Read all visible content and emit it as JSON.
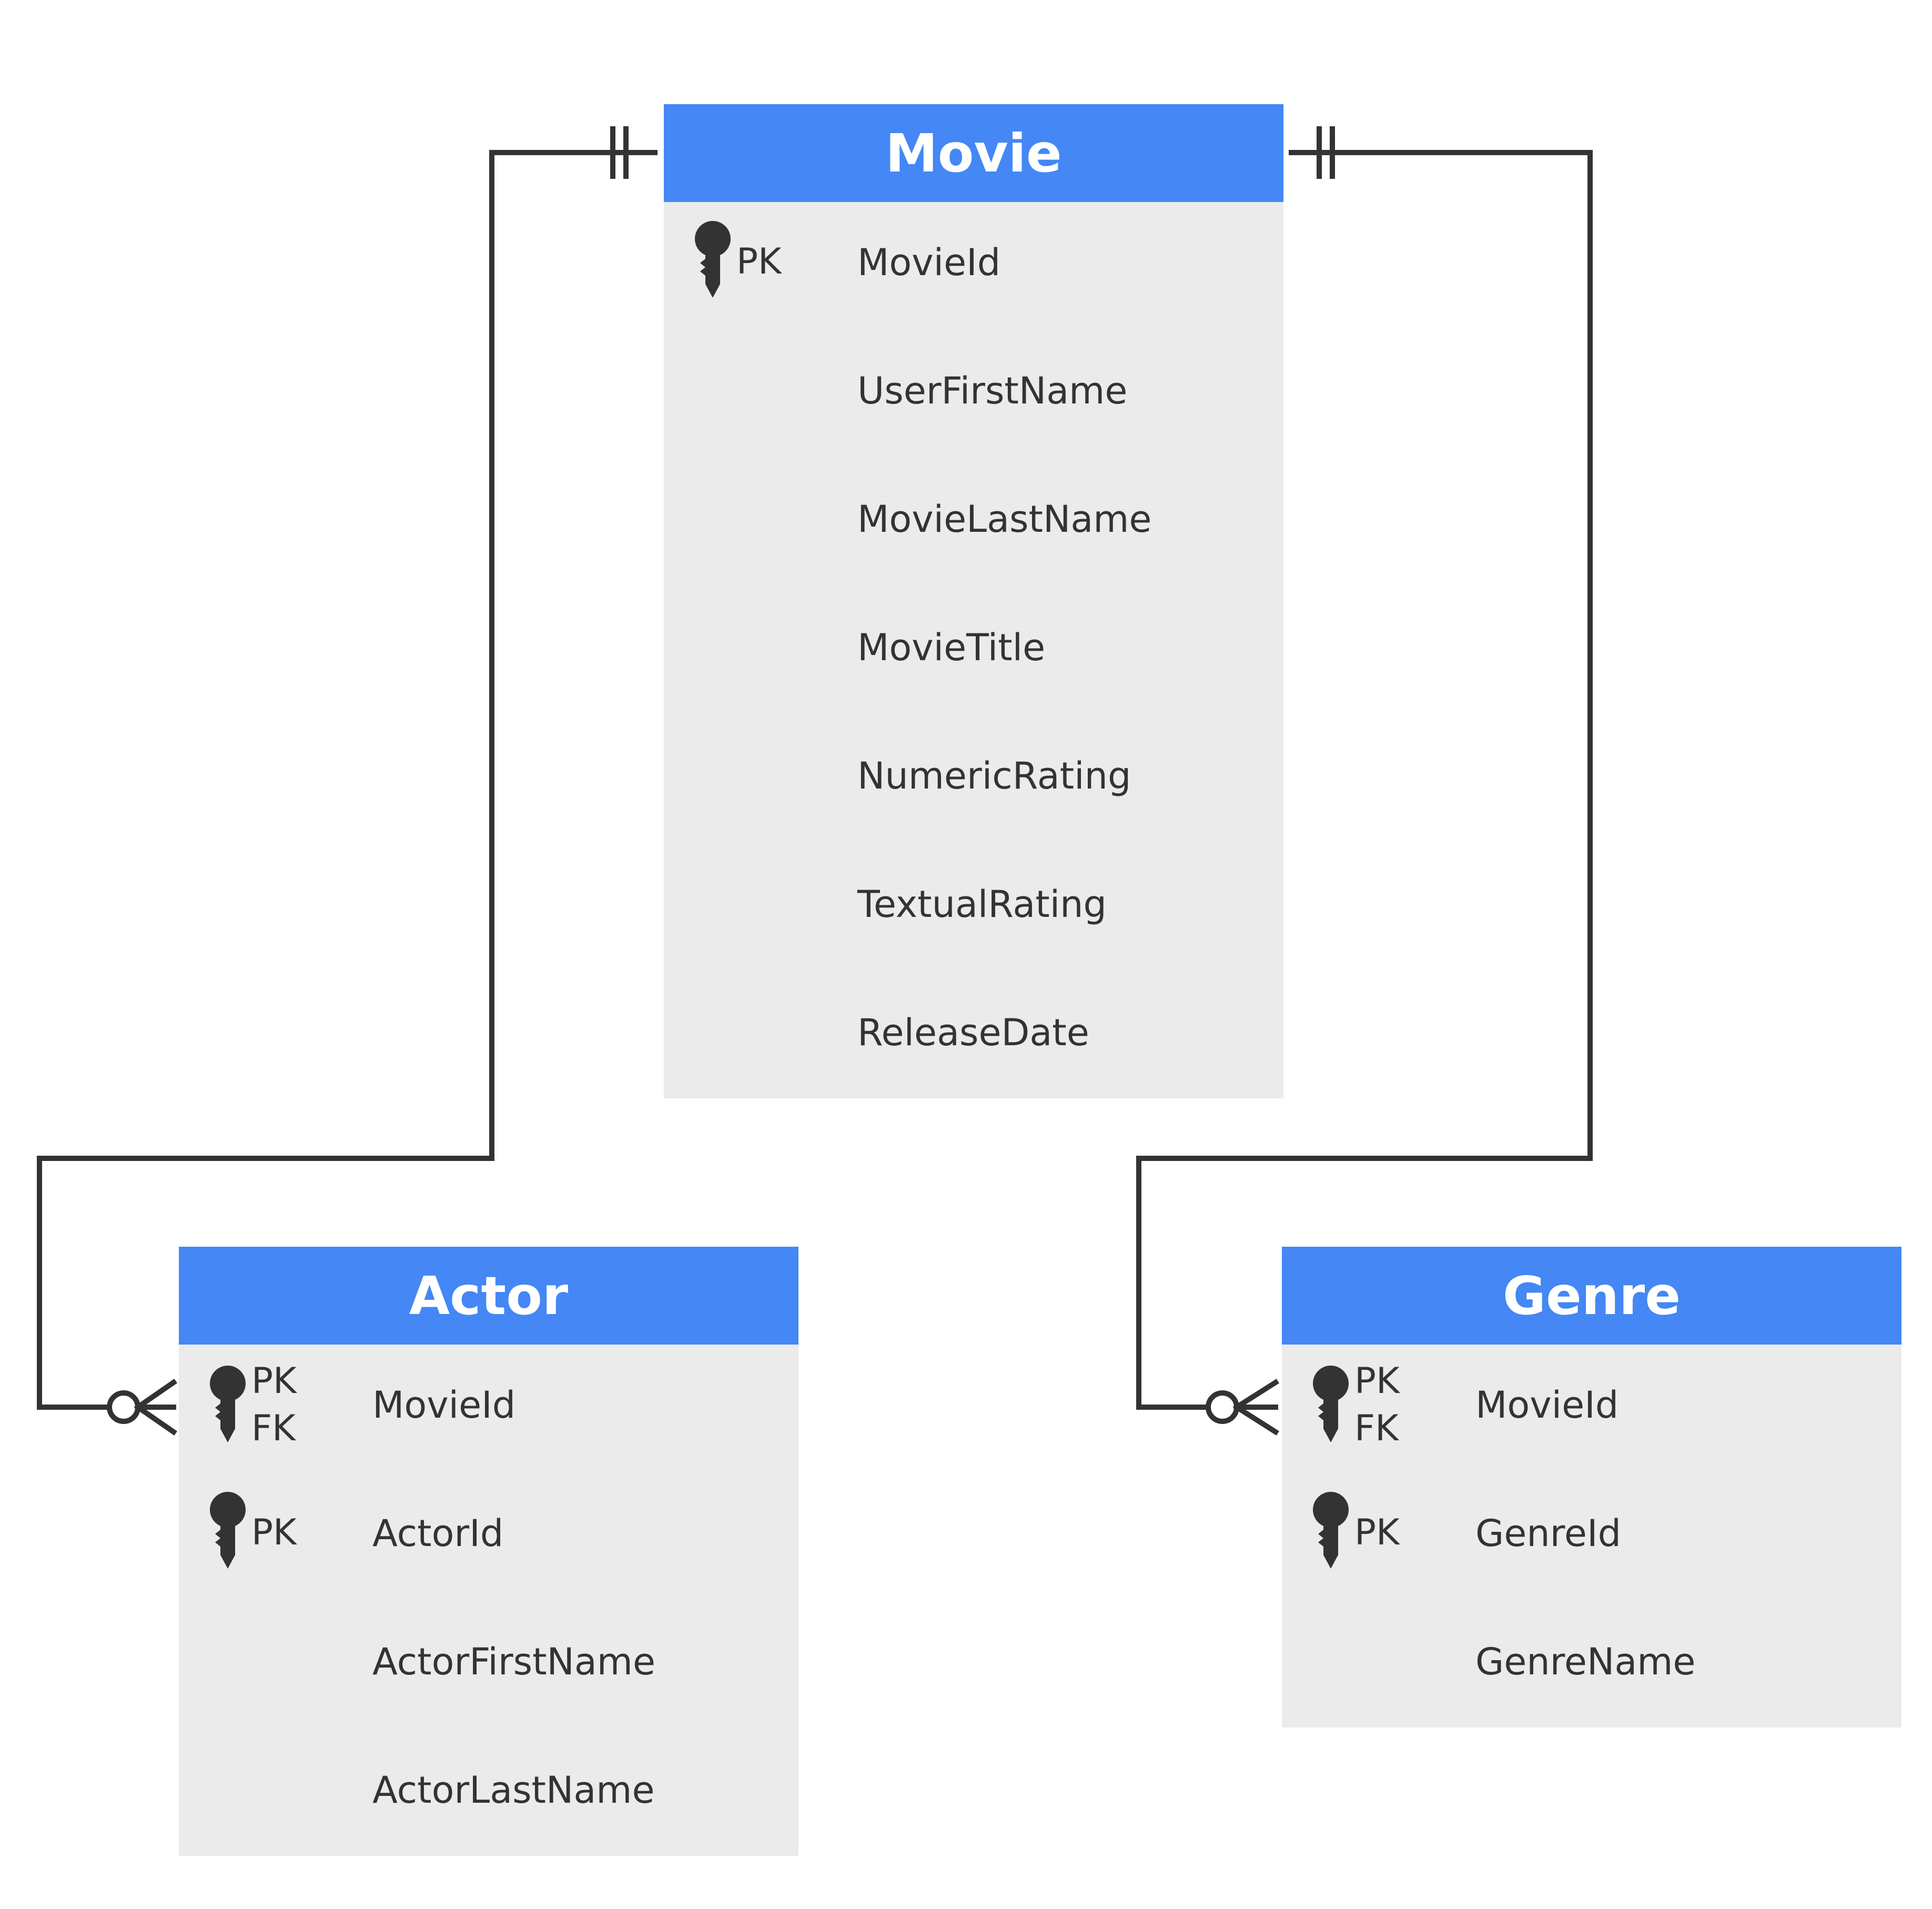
{
  "entities": {
    "movie": {
      "title": "Movie",
      "attributes": [
        {
          "name": "MovieId",
          "keys": [
            "PK"
          ]
        },
        {
          "name": "UserFirstName",
          "keys": []
        },
        {
          "name": "MovieLastName",
          "keys": []
        },
        {
          "name": "MovieTitle",
          "keys": []
        },
        {
          "name": "NumericRating",
          "keys": []
        },
        {
          "name": "TextualRating",
          "keys": []
        },
        {
          "name": "ReleaseDate",
          "keys": []
        }
      ]
    },
    "actor": {
      "title": "Actor",
      "attributes": [
        {
          "name": "MovieId",
          "keys": [
            "PK",
            "FK"
          ]
        },
        {
          "name": "ActorId",
          "keys": [
            "PK"
          ]
        },
        {
          "name": "ActorFirstName",
          "keys": []
        },
        {
          "name": "ActorLastName",
          "keys": []
        }
      ]
    },
    "genre": {
      "title": "Genre",
      "attributes": [
        {
          "name": "MovieId",
          "keys": [
            "PK",
            "FK"
          ]
        },
        {
          "name": "GenreId",
          "keys": [
            "PK"
          ]
        },
        {
          "name": "GenreName",
          "keys": []
        }
      ]
    }
  },
  "relationships": [
    {
      "from": "Movie",
      "to": "Actor",
      "from_cardinality": "one-and-only-one",
      "to_cardinality": "zero-or-many"
    },
    {
      "from": "Movie",
      "to": "Genre",
      "from_cardinality": "one-and-only-one",
      "to_cardinality": "zero-or-many"
    }
  ],
  "colors": {
    "header": "#4487f5",
    "body": "#ebebeb",
    "line": "#333333",
    "header_text": "#ffffff"
  }
}
